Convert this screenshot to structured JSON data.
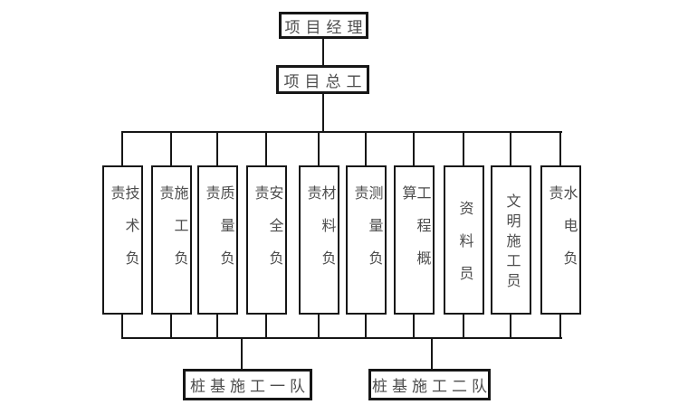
{
  "org_chart": {
    "title_semantic": "pile-foundation construction project organization chart",
    "root": {
      "label": "项目经理"
    },
    "chief": {
      "label": "项目总工"
    },
    "departments": [
      {
        "label": "技术负责"
      },
      {
        "label": "施工负责"
      },
      {
        "label": "质量负责"
      },
      {
        "label": "安全负责"
      },
      {
        "label": "材料负责"
      },
      {
        "label": "测量负责"
      },
      {
        "label": "工程概算"
      },
      {
        "label": "资料员"
      },
      {
        "label": "文明施工员"
      },
      {
        "label": "水电负责"
      }
    ],
    "teams": [
      {
        "label": "桩基施工一队"
      },
      {
        "label": "桩基施工二队"
      }
    ],
    "colors": {
      "line": "#161616",
      "text": "#4d4d4d",
      "background": "#ffffff"
    }
  }
}
